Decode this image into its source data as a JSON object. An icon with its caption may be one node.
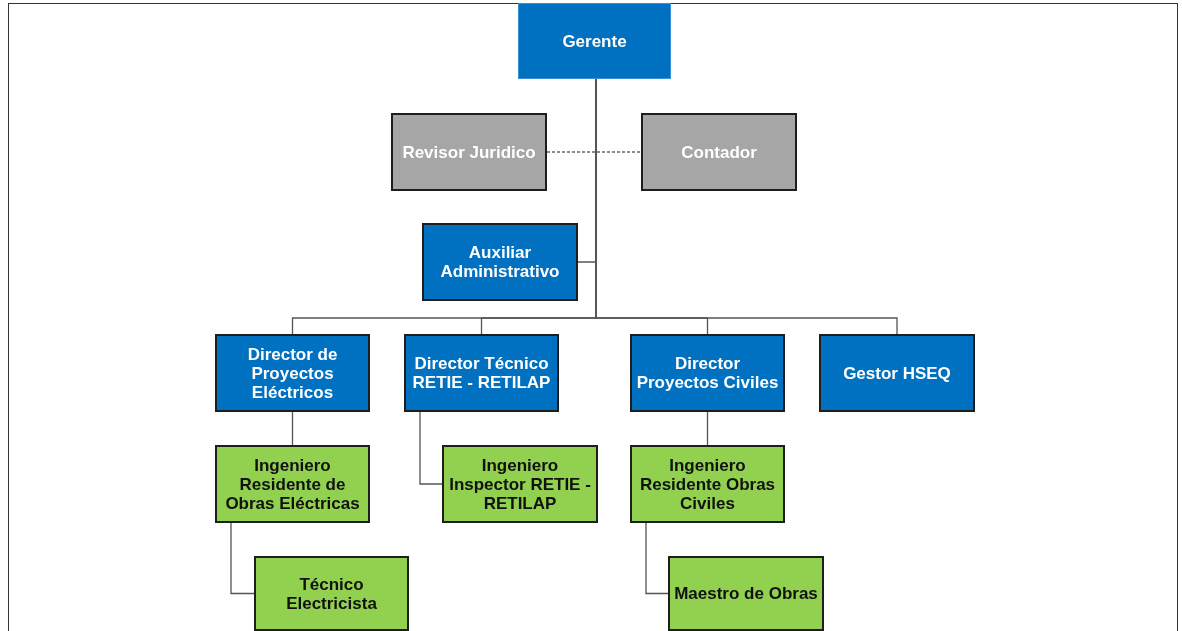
{
  "diagram": {
    "nodes": [
      {
        "text": [
          "Gerente"
        ]
      },
      {
        "text": [
          "Revisor Juridico"
        ]
      },
      {
        "text": [
          "Contador"
        ]
      },
      {
        "text": [
          "Auxiliar Administrativo"
        ]
      },
      {
        "text": [
          "Director de Proyectos Eléctricos"
        ]
      },
      {
        "text": [
          "Director Técnico RETIE - RETILAP"
        ]
      },
      {
        "text": [
          "Director Proyectos Civiles"
        ]
      },
      {
        "text": [
          "Gestor HSEQ"
        ]
      },
      {
        "text": [
          "Ingeniero Residente de Obras Eléctricas"
        ]
      },
      {
        "text": [
          "Ingeniero Inspector RETIE - RETILAP"
        ]
      },
      {
        "text": [
          "Ingeniero Residente Obras Civiles"
        ]
      },
      {
        "text": [
          "Técnico Electricista"
        ]
      },
      {
        "text": [
          "Maestro de Obras"
        ]
      }
    ],
    "edges": [
      {
        "from": 0,
        "to": 3,
        "arrow": "none"
      },
      {
        "from": 0,
        "to": 4,
        "arrow": "none"
      },
      {
        "from": 0,
        "to": 5,
        "arrow": "none"
      },
      {
        "from": 0,
        "to": 6,
        "arrow": "none"
      },
      {
        "from": 0,
        "to": 7,
        "arrow": "none"
      },
      {
        "from": 1,
        "to": 2,
        "arrow": "none",
        "style": "dashed"
      },
      {
        "from": 4,
        "to": 8,
        "arrow": "none"
      },
      {
        "from": 5,
        "to": 9,
        "arrow": "none"
      },
      {
        "from": 6,
        "to": 10,
        "arrow": "none"
      },
      {
        "from": 8,
        "to": 11,
        "arrow": "none"
      },
      {
        "from": 10,
        "to": 12,
        "arrow": "none"
      }
    ]
  }
}
